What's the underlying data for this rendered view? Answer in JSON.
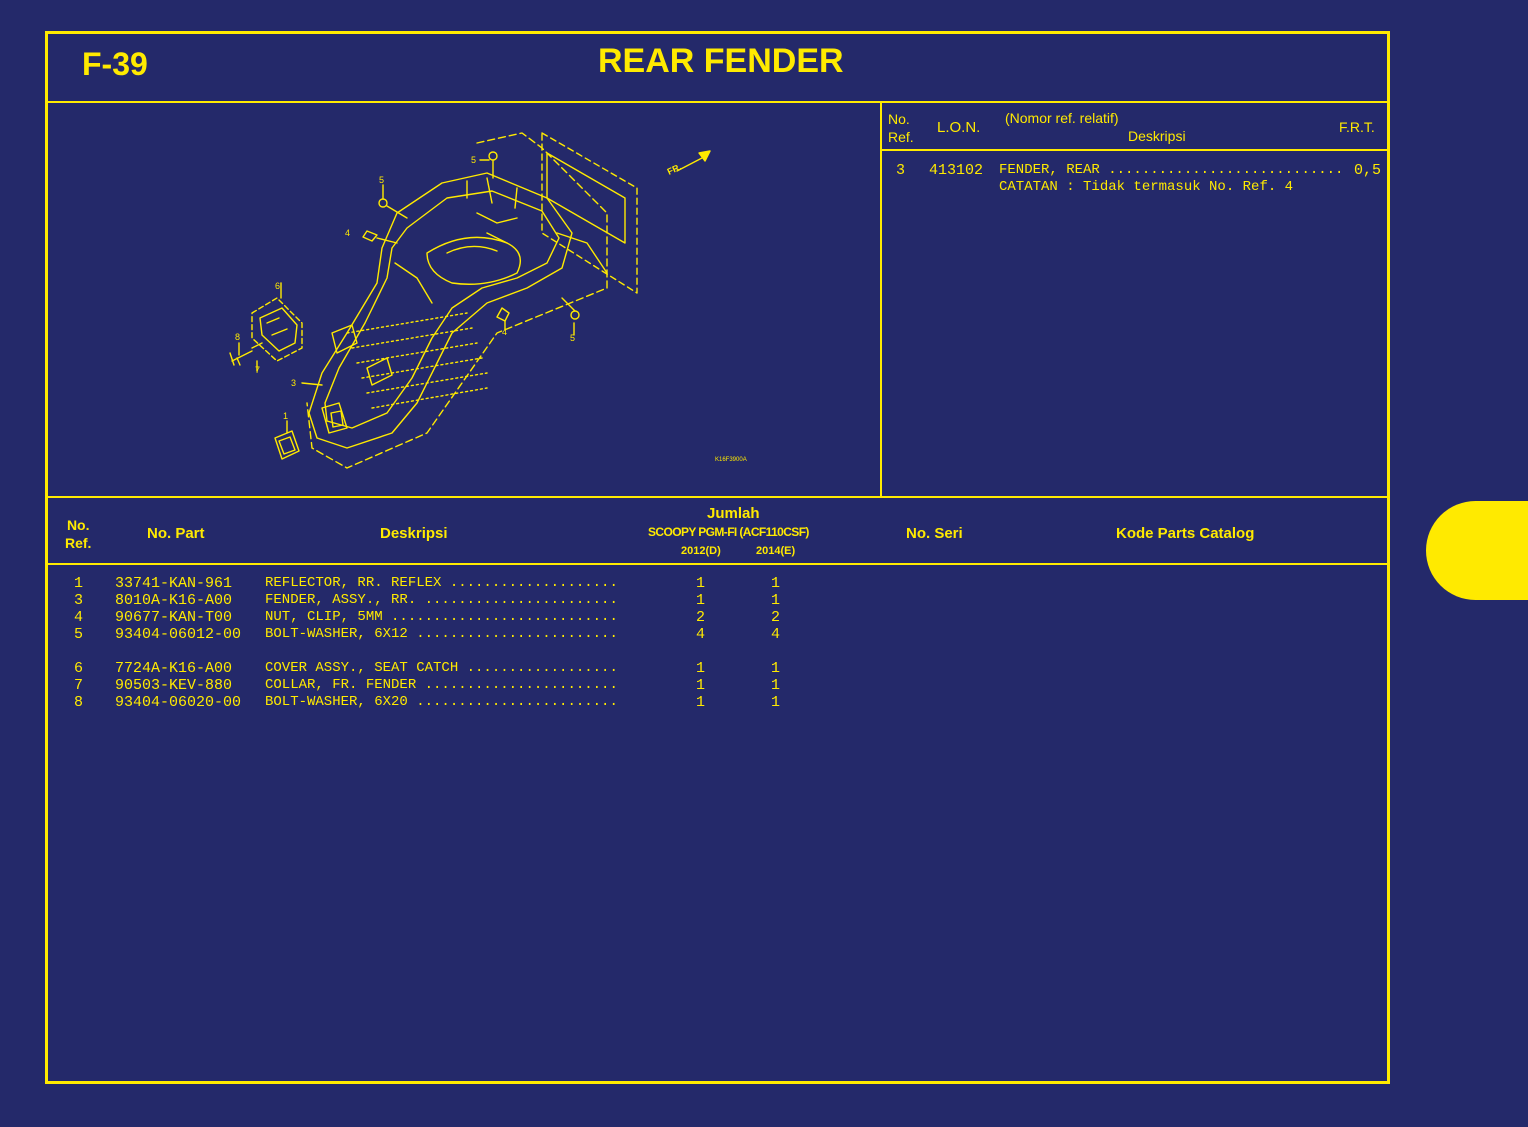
{
  "header": {
    "code": "F-39",
    "title": "REAR FENDER"
  },
  "info_table": {
    "headers": {
      "no_ref": "No.\nRef.",
      "lon": "L.O.N.",
      "nomor_ref": "(Nomor ref. relatif)",
      "deskripsi": "Deskripsi",
      "frt": "F.R.T."
    },
    "row": {
      "ref": "3",
      "lon": "413102",
      "desc": "FENDER, REAR ............................",
      "frt": "0,5",
      "note": "CATATAN : Tidak termasuk No. Ref. 4"
    }
  },
  "diagram": {
    "fr_label": "FR.",
    "code": "K16F3900A",
    "callouts": [
      "5",
      "5",
      "4",
      "6",
      "8",
      "7",
      "3",
      "1",
      "4",
      "5"
    ]
  },
  "parts_table": {
    "headers": {
      "no_ref": "No.\nRef.",
      "no_part": "No. Part",
      "deskripsi": "Deskripsi",
      "jumlah": "Jumlah",
      "model": "SCOOPY PGM-FI",
      "model_code": "(ACF110CSF)",
      "year1": "2012(D)",
      "year2": "2014(E)",
      "no_seri": "No. Seri",
      "kode": "Kode Parts Catalog"
    },
    "rows": [
      {
        "ref": "1",
        "part": "33741-KAN-961",
        "desc": "REFLECTOR, RR. REFLEX ....................",
        "q1": "1",
        "q2": "1"
      },
      {
        "ref": "3",
        "part": "8010A-K16-A00",
        "desc": "FENDER, ASSY., RR. .......................",
        "q1": "1",
        "q2": "1"
      },
      {
        "ref": "4",
        "part": "90677-KAN-T00",
        "desc": "NUT, CLIP, 5MM ...........................",
        "q1": "2",
        "q2": "2"
      },
      {
        "ref": "5",
        "part": "93404-06012-00",
        "desc": "BOLT-WASHER, 6X12 ........................",
        "q1": "4",
        "q2": "4"
      },
      {
        "ref": "6",
        "part": "7724A-K16-A00",
        "desc": "COVER ASSY., SEAT CATCH ..................",
        "q1": "1",
        "q2": "1"
      },
      {
        "ref": "7",
        "part": "90503-KEV-880",
        "desc": "COLLAR, FR. FENDER .......................",
        "q1": "1",
        "q2": "1"
      },
      {
        "ref": "8",
        "part": "93404-06020-00",
        "desc": "BOLT-WASHER, 6X20 ........................",
        "q1": "1",
        "q2": "1"
      }
    ]
  },
  "colors": {
    "background": "#24296a",
    "line": "#ffea00"
  }
}
